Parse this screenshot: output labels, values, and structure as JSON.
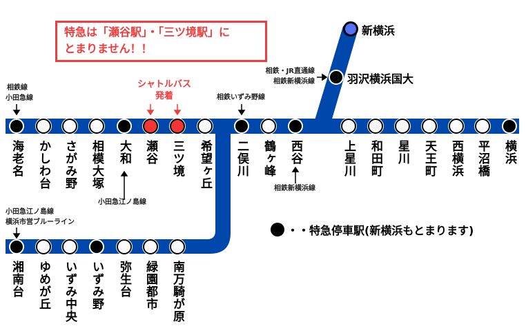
{
  "notice": {
    "line1": "特急は「瀬谷駅」・「三ツ境駅」に",
    "line2": "とまりません！！"
  },
  "colors": {
    "line": "#0047ab",
    "express": "#000000",
    "shuttle": "#f43535",
    "terminal": "#5572f5",
    "notice": "#f03c3c"
  },
  "main_stations": [
    {
      "name": "海老名",
      "type": "express"
    },
    {
      "name": "かしわ台",
      "type": "local"
    },
    {
      "name": "さがみ野",
      "type": "local"
    },
    {
      "name": "相模大塚",
      "type": "local"
    },
    {
      "name": "大和",
      "type": "express"
    },
    {
      "name": "瀬谷",
      "type": "shuttle"
    },
    {
      "name": "三ツ境",
      "type": "shuttle"
    },
    {
      "name": "希望ヶ丘",
      "type": "local"
    },
    {
      "name": "二俣川",
      "type": "express"
    },
    {
      "name": "鶴ヶ峰",
      "type": "local"
    },
    {
      "name": "西谷",
      "type": "express"
    },
    {
      "name": "上星川",
      "type": "local"
    },
    {
      "name": "和田町",
      "type": "local"
    },
    {
      "name": "星川",
      "type": "local"
    },
    {
      "name": "天王町",
      "type": "local"
    },
    {
      "name": "西横浜",
      "type": "local"
    },
    {
      "name": "平沼橋",
      "type": "local"
    },
    {
      "name": "横浜",
      "type": "express"
    }
  ],
  "branch_stations": [
    {
      "name": "湘南台",
      "type": "express"
    },
    {
      "name": "ゆめが丘",
      "type": "local"
    },
    {
      "name": "いずみ中央",
      "type": "local"
    },
    {
      "name": "いずみ野",
      "type": "express"
    },
    {
      "name": "弥生台",
      "type": "local"
    },
    {
      "name": "緑園都市",
      "type": "local"
    },
    {
      "name": "南万騎が原",
      "type": "local"
    }
  ],
  "shin_stations": [
    {
      "name": "新横浜",
      "type": "terminal"
    },
    {
      "name": "羽沢横浜国大",
      "type": "express"
    }
  ],
  "annotations": {
    "ebina_1": "相鉄線",
    "ebina_2": "小田急線",
    "shuttle_1": "シャトルバス",
    "shuttle_2": "発着",
    "futamatagawa": "相鉄いずみ野線",
    "hazawa_1": "相鉄・JR直通線",
    "hazawa_2": "相鉄新横浜線",
    "yamato": "小田急江ノ島線",
    "nishiya": "相鉄新横浜線",
    "shonandai_1": "小田急江ノ島線",
    "shonandai_2": "横浜市営ブルーライン"
  },
  "legend": {
    "text": "・・特急停車駅(新横浜もとまります)"
  }
}
